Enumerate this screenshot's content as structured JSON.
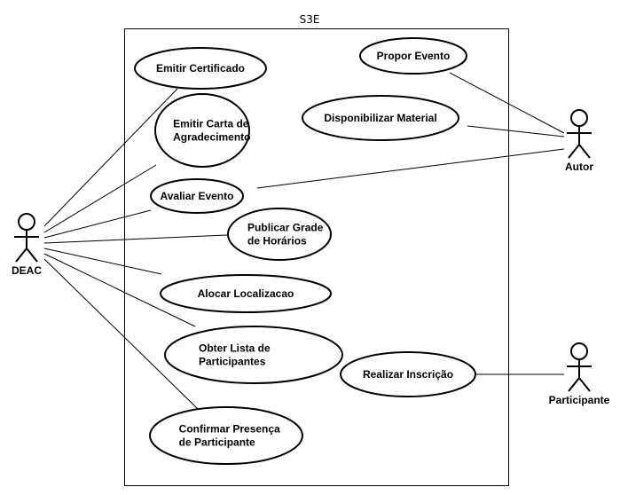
{
  "system": {
    "name": "S3E"
  },
  "actors": [
    {
      "id": "deac",
      "label": "DEAC"
    },
    {
      "id": "autor",
      "label": "Autor"
    },
    {
      "id": "participante",
      "label": "Participante"
    }
  ],
  "use_cases": [
    {
      "id": "emitir-certificado",
      "lines": [
        "Emitir Certificado"
      ]
    },
    {
      "id": "emitir-carta",
      "lines": [
        "Emitir Carta de",
        "Agradecimento"
      ]
    },
    {
      "id": "avaliar-evento",
      "lines": [
        "Avaliar Evento"
      ]
    },
    {
      "id": "publicar-grade",
      "lines": [
        "Publicar Grade",
        "de Horários"
      ]
    },
    {
      "id": "alocar-localizacao",
      "lines": [
        "Alocar Localizacao"
      ]
    },
    {
      "id": "obter-lista",
      "lines": [
        "Obter Lista de",
        "Participantes"
      ]
    },
    {
      "id": "confirmar-presenca",
      "lines": [
        "Confirmar Presença",
        "de Participante"
      ]
    },
    {
      "id": "propor-evento",
      "lines": [
        "Propor Evento"
      ]
    },
    {
      "id": "disponibilizar-material",
      "lines": [
        "Disponibilizar Material"
      ]
    },
    {
      "id": "realizar-inscricao",
      "lines": [
        "Realizar Inscrição"
      ]
    }
  ],
  "associations": [
    {
      "actor": "deac",
      "use_case": "emitir-certificado"
    },
    {
      "actor": "deac",
      "use_case": "emitir-carta"
    },
    {
      "actor": "deac",
      "use_case": "avaliar-evento"
    },
    {
      "actor": "deac",
      "use_case": "publicar-grade"
    },
    {
      "actor": "deac",
      "use_case": "alocar-localizacao"
    },
    {
      "actor": "deac",
      "use_case": "obter-lista"
    },
    {
      "actor": "deac",
      "use_case": "confirmar-presenca"
    },
    {
      "actor": "autor",
      "use_case": "propor-evento"
    },
    {
      "actor": "autor",
      "use_case": "disponibilizar-material"
    },
    {
      "actor": "autor",
      "use_case": "avaliar-evento"
    },
    {
      "actor": "participante",
      "use_case": "realizar-inscricao"
    }
  ]
}
